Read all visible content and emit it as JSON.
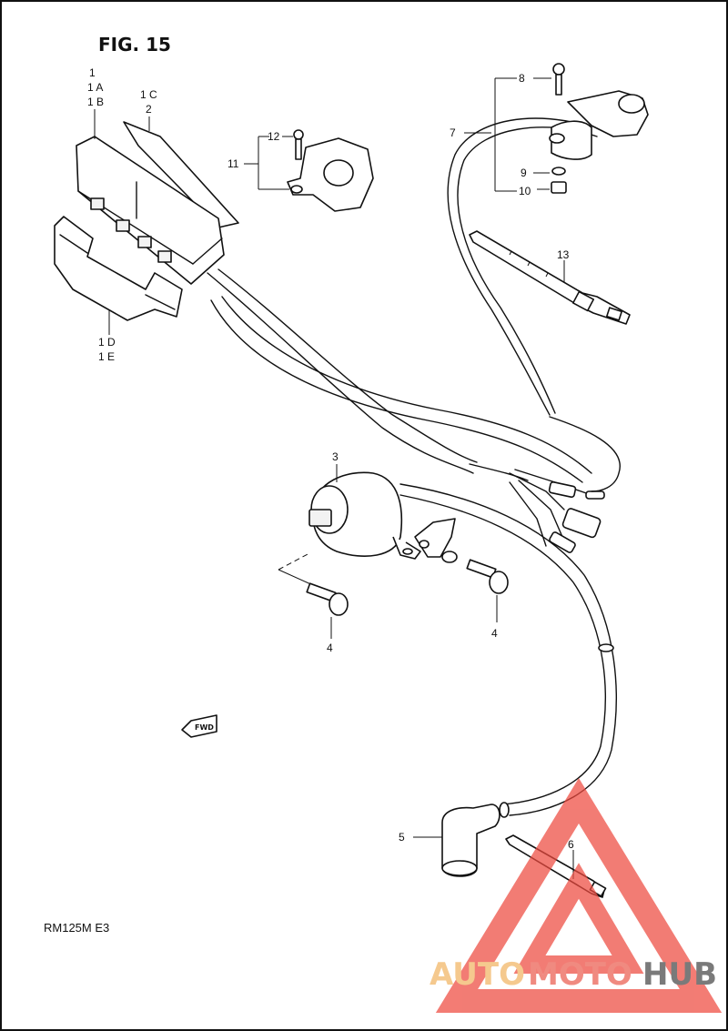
{
  "figure": {
    "title": "FIG. 15",
    "model_code": "RM125M E3",
    "fwd_arrow": "FWD"
  },
  "callouts": {
    "c1": "1",
    "c1a": "1 A",
    "c1b": "1 B",
    "c1c": "1 C",
    "c2": "2",
    "c1d": "1 D",
    "c1e": "1 E",
    "c3": "3",
    "c4a": "4",
    "c4b": "4",
    "c5": "5",
    "c6": "6",
    "c7": "7",
    "c8": "8",
    "c9": "9",
    "c10": "10",
    "c11": "11",
    "c12": "12",
    "c13": "13"
  },
  "watermark": {
    "part1": "AUTO",
    "part2": "MOTO",
    "part3": "HUB",
    "color_auto": "#f5c98e",
    "color_moto": "#f08a80",
    "color_hub": "#7a7a7a",
    "triangle_color": "#ee4a3f"
  }
}
